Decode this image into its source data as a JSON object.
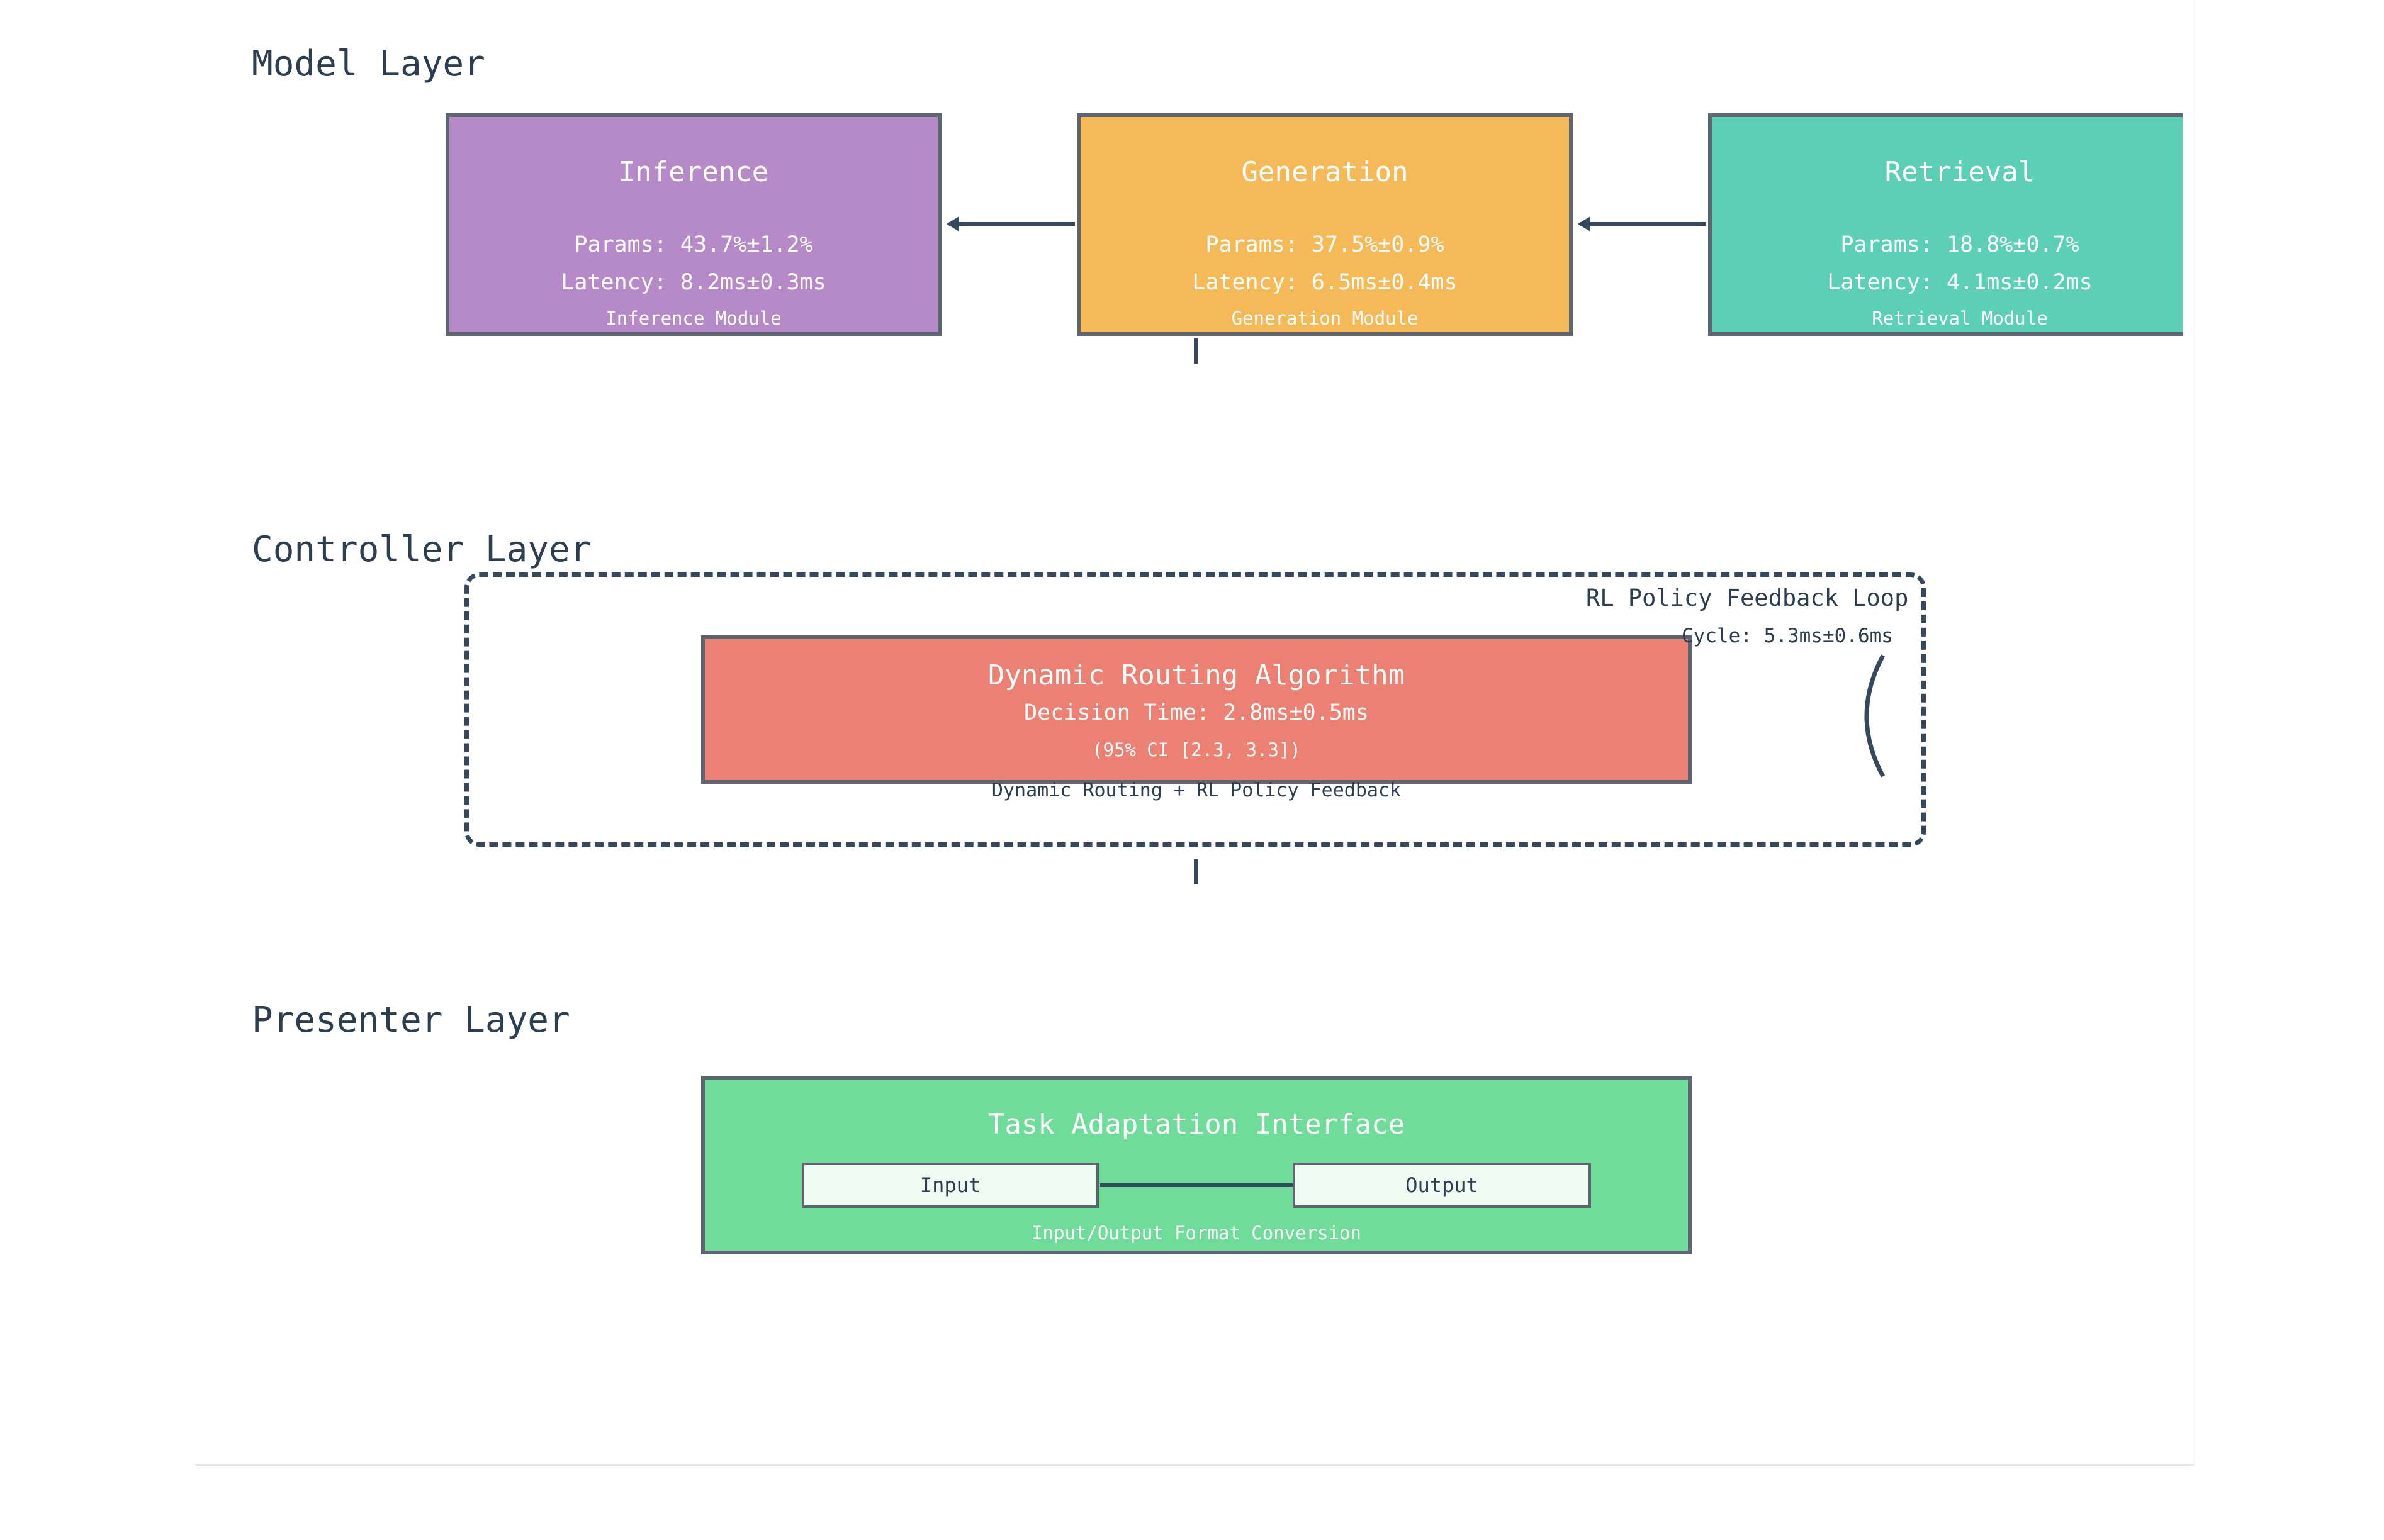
{
  "layers": {
    "model": "Model Layer",
    "controller": "Controller Layer",
    "presenter": "Presenter Layer"
  },
  "modules": {
    "inference": {
      "title": "Inference",
      "params": "Params: 43.7%±1.2%",
      "latency": "Latency: 8.2ms±0.3ms",
      "caption": "Inference Module",
      "color": "#b689c9"
    },
    "generation": {
      "title": "Generation",
      "params": "Params: 37.5%±0.9%",
      "latency": "Latency: 6.5ms±0.4ms",
      "caption": "Generation Module",
      "color": "#f5b957"
    },
    "retrieval": {
      "title": "Retrieval",
      "params": "Params: 18.8%±0.7%",
      "latency": "Latency: 4.1ms±0.2ms",
      "caption": "Retrieval Module",
      "color": "#5ccfb7"
    }
  },
  "controller": {
    "loop_label": "RL Policy Feedback Loop",
    "loop_cycle": "Cycle: 5.3ms±0.6ms",
    "routing": {
      "title": "Dynamic Routing Algorithm",
      "decision": "Decision Time: 2.8ms±0.5ms",
      "ci": "(95% CI [2.3, 3.3])",
      "color": "#ec8073"
    },
    "caption": "Dynamic Routing + RL Policy Feedback"
  },
  "presenter": {
    "task": {
      "title": "Task Adaptation Interface",
      "input": "Input",
      "output": "Output",
      "caption": "Input/Output Format Conversion",
      "color": "#6fdc9a"
    }
  },
  "colors": {
    "border": "#5d6670",
    "connector": "#34495e",
    "text_dark": "#2c3e50"
  }
}
